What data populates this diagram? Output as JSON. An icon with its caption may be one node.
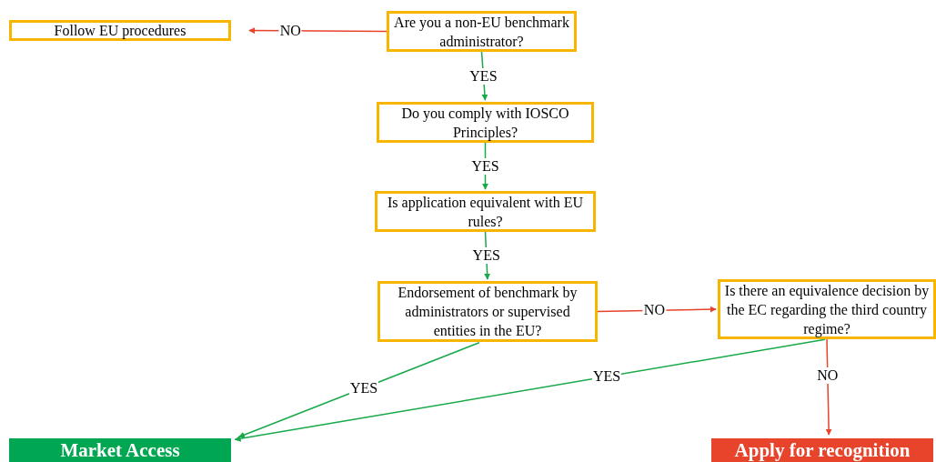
{
  "diagram": {
    "nodes": [
      {
        "text": [
          "Follow EU procedures"
        ]
      },
      {
        "text": [
          "Are you a non-EU benchmark administrator?"
        ]
      },
      {
        "text": [
          "Do you comply with IOSCO Principles?"
        ]
      },
      {
        "text": [
          "Is application equivalent with EU rules?"
        ]
      },
      {
        "text": [
          "Endorsement of benchmark by administrators or supervised entities in the EU?"
        ]
      },
      {
        "text": [
          "Is there an equivalence decision by the EC regarding the third country regime?"
        ]
      },
      {
        "text": [
          "Market Access"
        ]
      },
      {
        "text": [
          "Apply for recognition"
        ]
      }
    ],
    "edges": [
      {
        "from": 1,
        "to": 0,
        "arrow": "to",
        "label": "NO",
        "color": "#e8432b"
      },
      {
        "from": 1,
        "to": 2,
        "arrow": "to",
        "label": "YES"
      },
      {
        "from": 2,
        "to": 3,
        "arrow": "to",
        "label": "YES"
      },
      {
        "from": 3,
        "to": 4,
        "arrow": "to",
        "label": "YES"
      },
      {
        "from": 4,
        "to": 5,
        "arrow": "to",
        "label": "NO",
        "color": "#e8432b"
      },
      {
        "from": 4,
        "to": 6,
        "arrow": "to",
        "label": "YES"
      },
      {
        "from": 5,
        "to": 6,
        "arrow": "to",
        "label": "YES"
      },
      {
        "from": 5,
        "to": 7,
        "arrow": "to",
        "label": "NO",
        "color": "#e8432b"
      }
    ]
  }
}
